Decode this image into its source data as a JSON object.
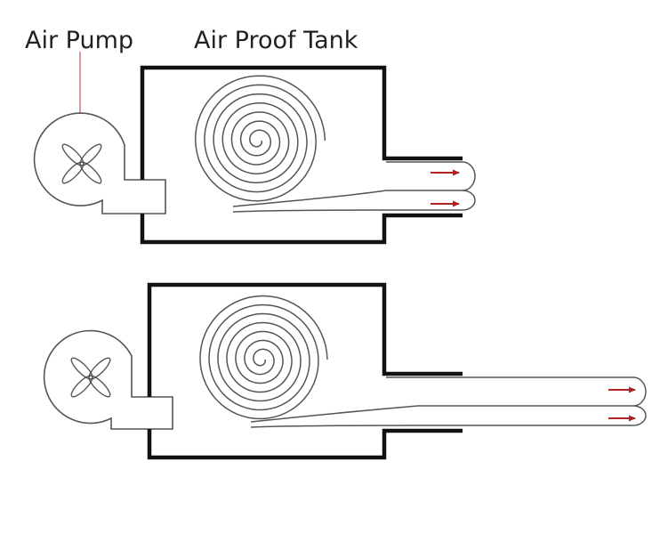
{
  "labels": {
    "air_pump": "Air Pump",
    "air_proof_tank": "Air Proof Tank"
  },
  "colors": {
    "wall": "#111111",
    "outline": "#555555",
    "arrow": "#b22222",
    "leader": "#b33a3a"
  },
  "diagrams": [
    {
      "state": "retracted",
      "arrows": 2
    },
    {
      "state": "extended",
      "arrows": 2
    }
  ]
}
